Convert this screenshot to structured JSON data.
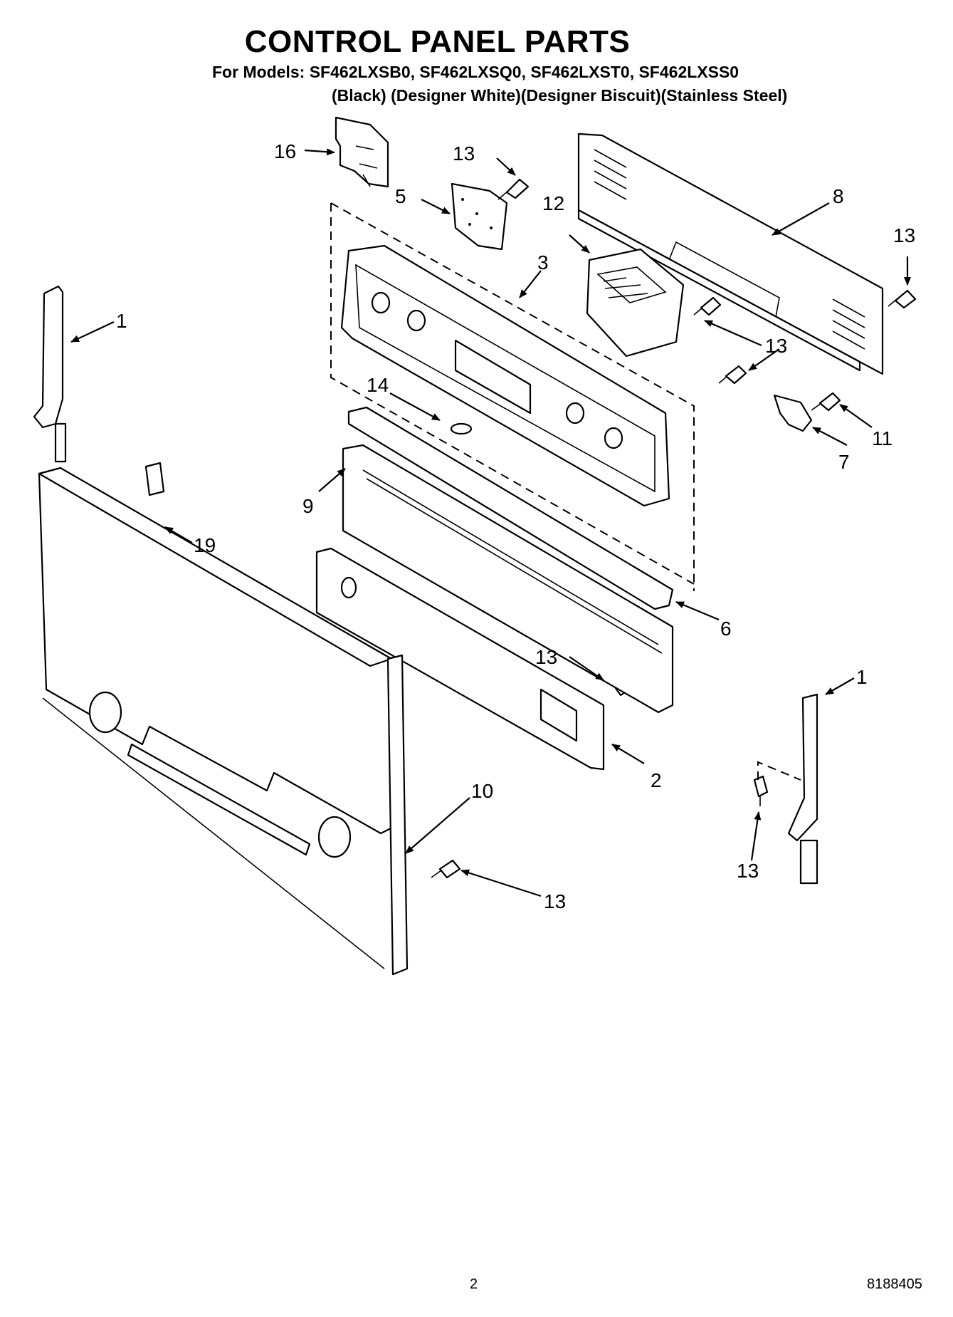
{
  "header": {
    "title": "CONTROL PANEL PARTS",
    "models_line": "For Models: SF462LXSB0, SF462LXSQ0, SF462LXST0, SF462LXSS0",
    "colors_line": "(Black) (Designer White)(Designer Biscuit)(Stainless Steel)"
  },
  "callouts": {
    "c16": "16",
    "c13a": "13",
    "c5": "5",
    "c8": "8",
    "c13b": "13",
    "c12": "12",
    "c3": "3",
    "c1a": "1",
    "c13c": "13",
    "c14": "14",
    "c11": "11",
    "c7": "7",
    "c9": "9",
    "c19": "19",
    "c6": "6",
    "c13d": "13",
    "c1b": "1",
    "c2": "2",
    "c10": "10",
    "c13e": "13",
    "c13f": "13"
  },
  "footer": {
    "page_number": "2",
    "document_number": "8188405"
  }
}
